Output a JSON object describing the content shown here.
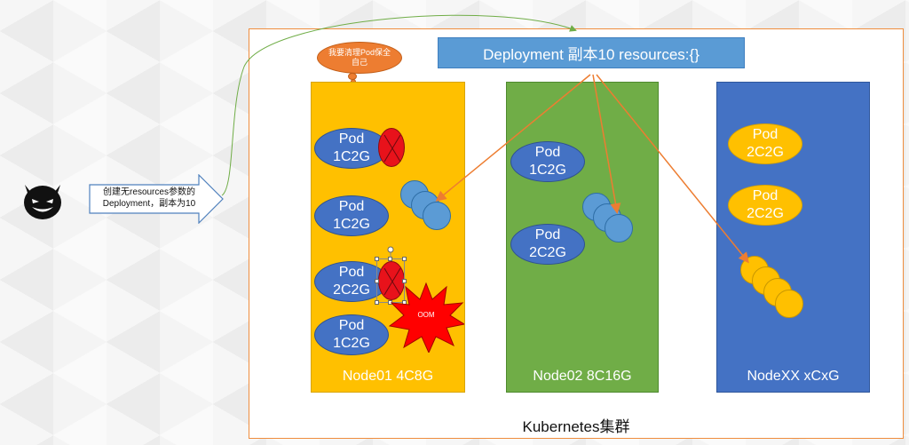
{
  "cluster": {
    "label": "Kubernetes集群"
  },
  "deployment": {
    "label": "Deployment 副本10 resources:{}"
  },
  "bubble": {
    "text": "我要清理Pod保全自己"
  },
  "command": {
    "text_line1": "创建无resources参数的",
    "text_line2": "Deployment，副本为10"
  },
  "oom": {
    "label": "OOM"
  },
  "nodes": [
    {
      "label": "Node01 4C8G",
      "pods": [
        {
          "name": "Pod",
          "spec": "1C2G"
        },
        {
          "name": "Pod",
          "spec": "1C2G"
        },
        {
          "name": "Pod",
          "spec": "2C2G"
        },
        {
          "name": "Pod",
          "spec": "1C2G"
        }
      ]
    },
    {
      "label": "Node02 8C16G",
      "pods": [
        {
          "name": "Pod",
          "spec": "1C2G"
        },
        {
          "name": "Pod",
          "spec": "2C2G"
        }
      ]
    },
    {
      "label": "NodeXX xCxG",
      "pods": [
        {
          "name": "Pod",
          "spec": "2C2G"
        },
        {
          "name": "Pod",
          "spec": "2C2G"
        }
      ]
    }
  ],
  "colors": {
    "node01": "#ffc000",
    "node02": "#70ad47",
    "nodexx": "#4472c4",
    "deployment": "#5a9bd5",
    "arrow": "#ed7d31",
    "oom": "#ff0000",
    "cluster_border": "#ef8d3e"
  }
}
